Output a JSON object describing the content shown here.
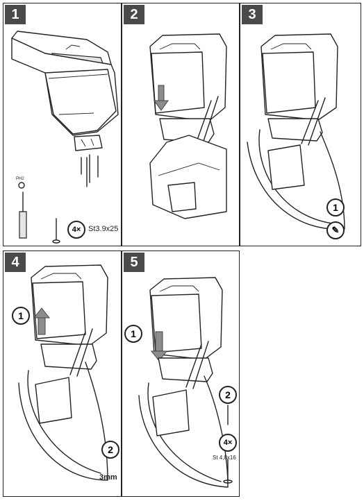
{
  "steps": [
    {
      "number": "1",
      "screw_qty": "4×",
      "screw_spec": "St3.9x25",
      "tool_label": "PH2"
    },
    {
      "number": "2"
    },
    {
      "number": "3",
      "callout": "1"
    },
    {
      "number": "4",
      "callout_1": "1",
      "callout_2": "2",
      "dimension": "3mm"
    },
    {
      "number": "5",
      "callout_1": "1",
      "callout_2": "2",
      "screw_qty": "4×",
      "screw_spec": "St 4,8x16"
    }
  ]
}
